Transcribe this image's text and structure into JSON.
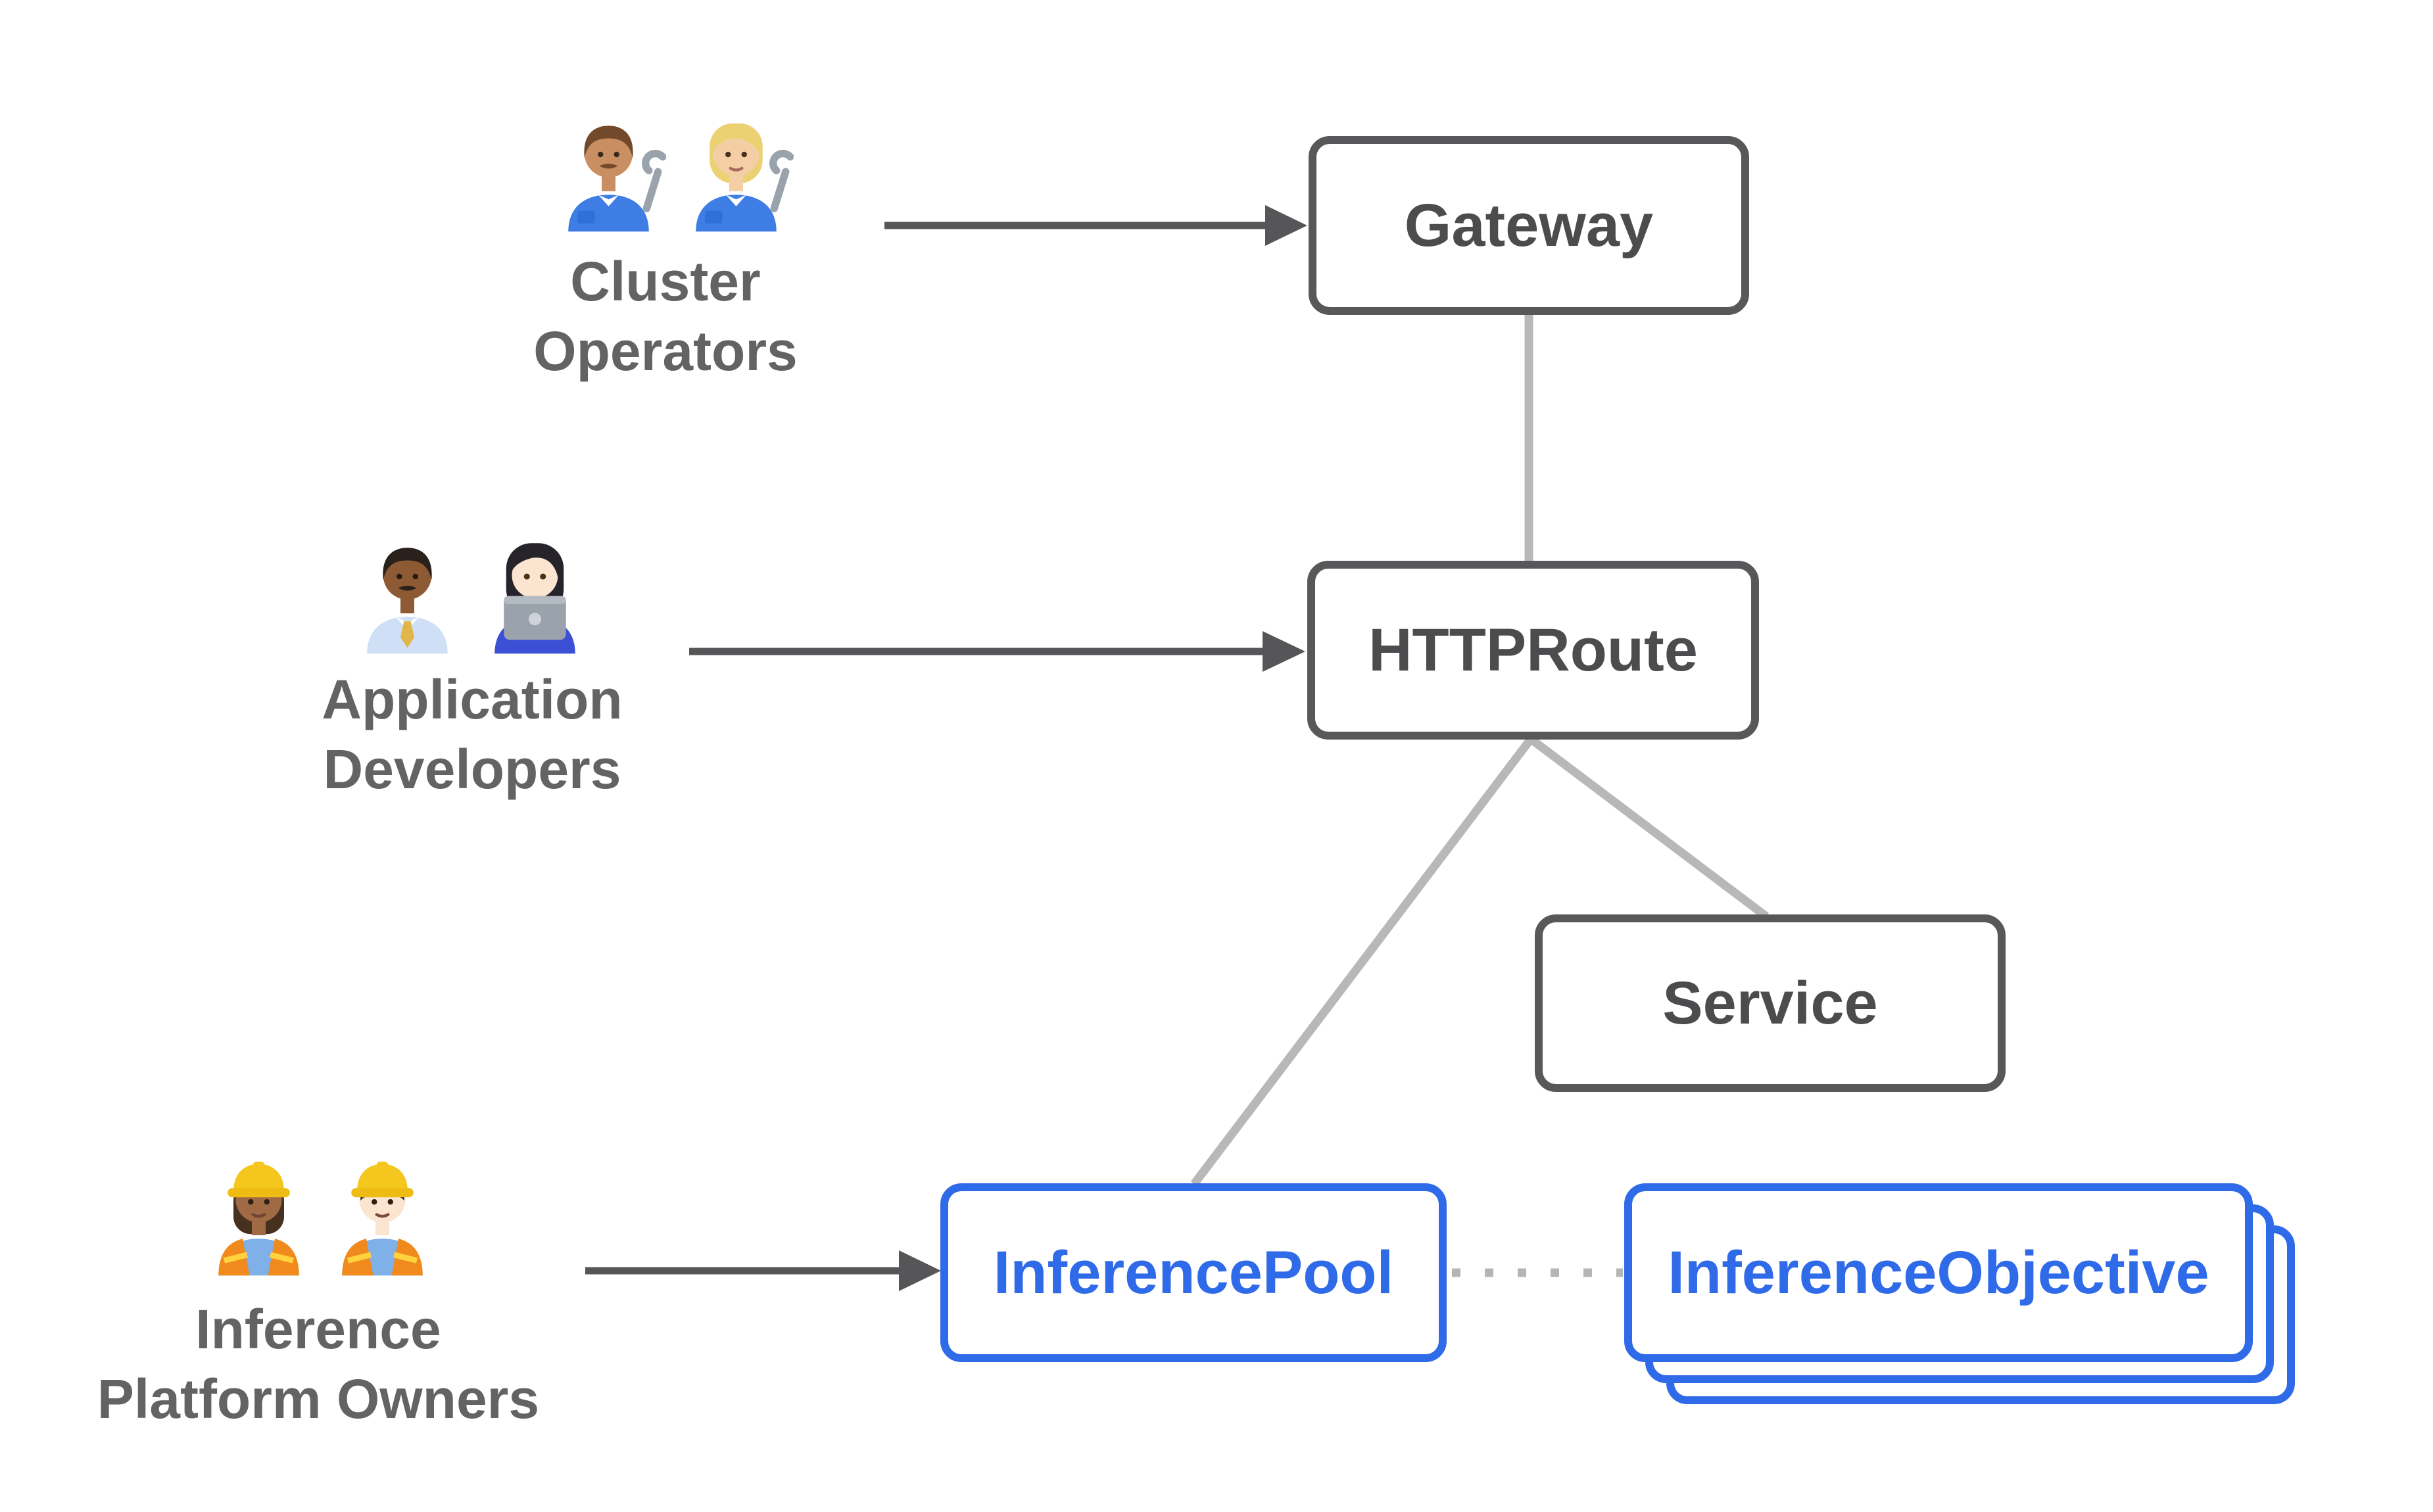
{
  "diagram": {
    "nodes": {
      "gateway": {
        "label": "Gateway"
      },
      "httproute": {
        "label": "HTTPRoute"
      },
      "service": {
        "label": "Service"
      },
      "inference_pool": {
        "label": "InferencePool"
      },
      "inference_objective": {
        "label": "InferenceObjective",
        "stacked_copies": 3
      }
    },
    "actors": {
      "cluster_operators": {
        "line1": "Cluster",
        "line2": "Operators",
        "icons": [
          "man-mechanic",
          "woman-mechanic"
        ]
      },
      "application_developers": {
        "line1": "Application",
        "line2": "Developers",
        "icons": [
          "man-office-worker",
          "woman-technologist"
        ]
      },
      "inference_platform_owners": {
        "line1": "Inference",
        "line2": "Platform Owners",
        "icons": [
          "woman-construction-worker",
          "man-construction-worker"
        ]
      }
    },
    "edges": [
      {
        "from": "cluster_operators",
        "to": "gateway",
        "style": "solid-arrow"
      },
      {
        "from": "application_developers",
        "to": "httproute",
        "style": "solid-arrow"
      },
      {
        "from": "inference_platform_owners",
        "to": "inference_pool",
        "style": "solid-arrow"
      },
      {
        "from": "gateway",
        "to": "httproute",
        "style": "plain-line"
      },
      {
        "from": "httproute",
        "to": "inference_pool",
        "style": "plain-line"
      },
      {
        "from": "httproute",
        "to": "service",
        "style": "plain-line"
      },
      {
        "from": "inference_pool",
        "to": "inference_objective",
        "style": "dotted-line"
      }
    ],
    "colors": {
      "box_border": "#58585a",
      "box_label": "#4c4c4e",
      "actor_label": "#636366",
      "blue_accent": "#2f6ae8",
      "connector_gray": "#b8b8b8",
      "arrow_gray": "#565658",
      "dotted_gray": "#b5b5b5",
      "background": "#ffffff"
    }
  }
}
